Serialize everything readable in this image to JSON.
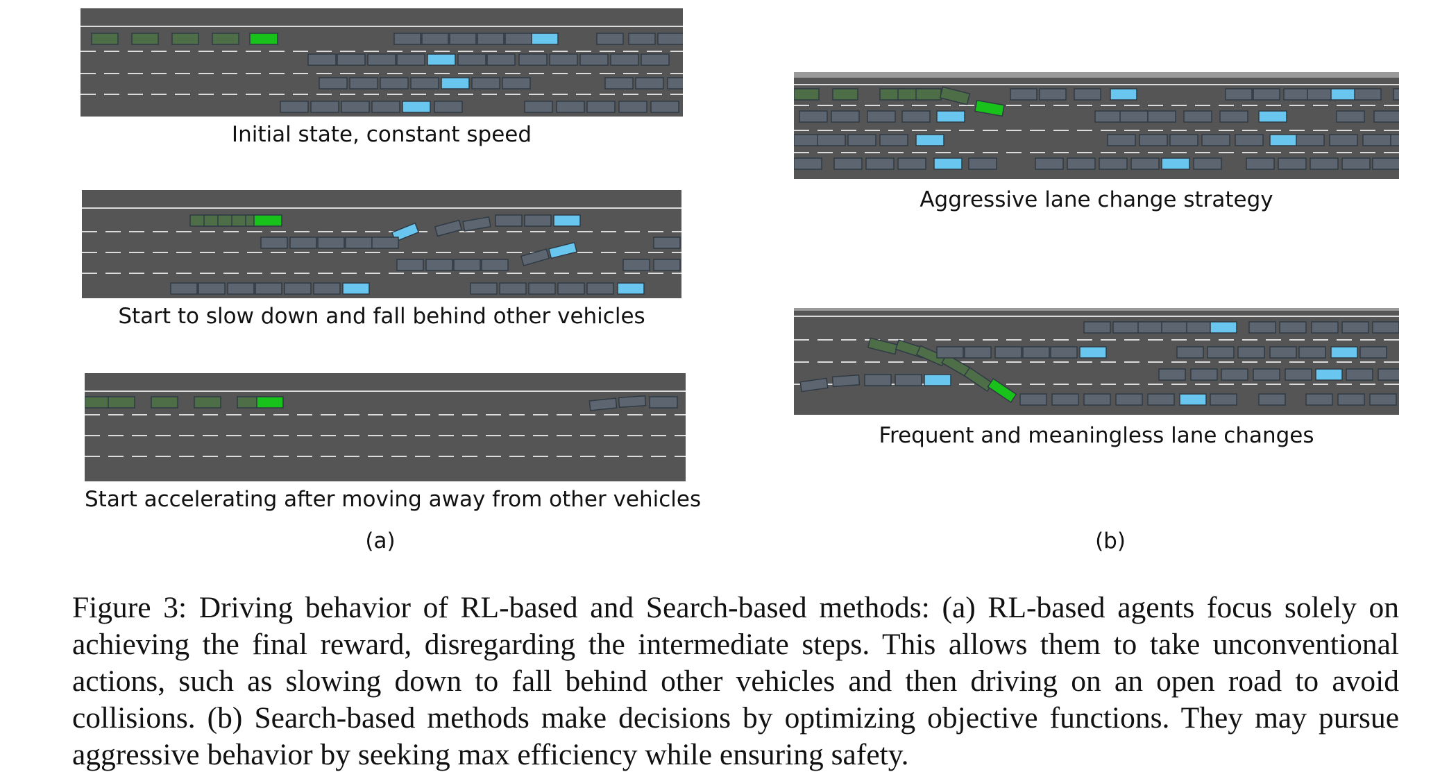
{
  "panels": [
    {
      "id": "a1",
      "caption": "Initial state, constant speed"
    },
    {
      "id": "a2",
      "caption": "Start to slow down and fall behind other vehicles"
    },
    {
      "id": "a3",
      "caption": "Start accelerating after moving away from other vehicles"
    },
    {
      "id": "b1",
      "caption": "Aggressive lane change strategy"
    },
    {
      "id": "b2",
      "caption": "Frequent and meaningless lane changes"
    }
  ],
  "sublabels": {
    "a": "(a)",
    "b": "(b)"
  },
  "figure_caption": "Figure 3: Driving behavior of RL-based and Search-based methods: (a) RL-based agents focus solely on achieving the final reward, disregarding the intermediate steps. This allows them to take unconventional actions, such as slowing down to fall behind other vehicles and then driving on an open road to avoid collisions. (b) Search-based methods make decisions by optimizing objective functions. They may pursue aggressive behavior by seeking max efficiency while ensuring safety.",
  "colors": {
    "road": "#555555",
    "lane_marking": "#dcdcdc",
    "vehicle": "#5d6670",
    "vehicle_outline": "#2f3a44",
    "ego_current": "#18c21a",
    "ego_trail": "#4e6e48",
    "tracked_vehicle": "#69c7ef"
  }
}
